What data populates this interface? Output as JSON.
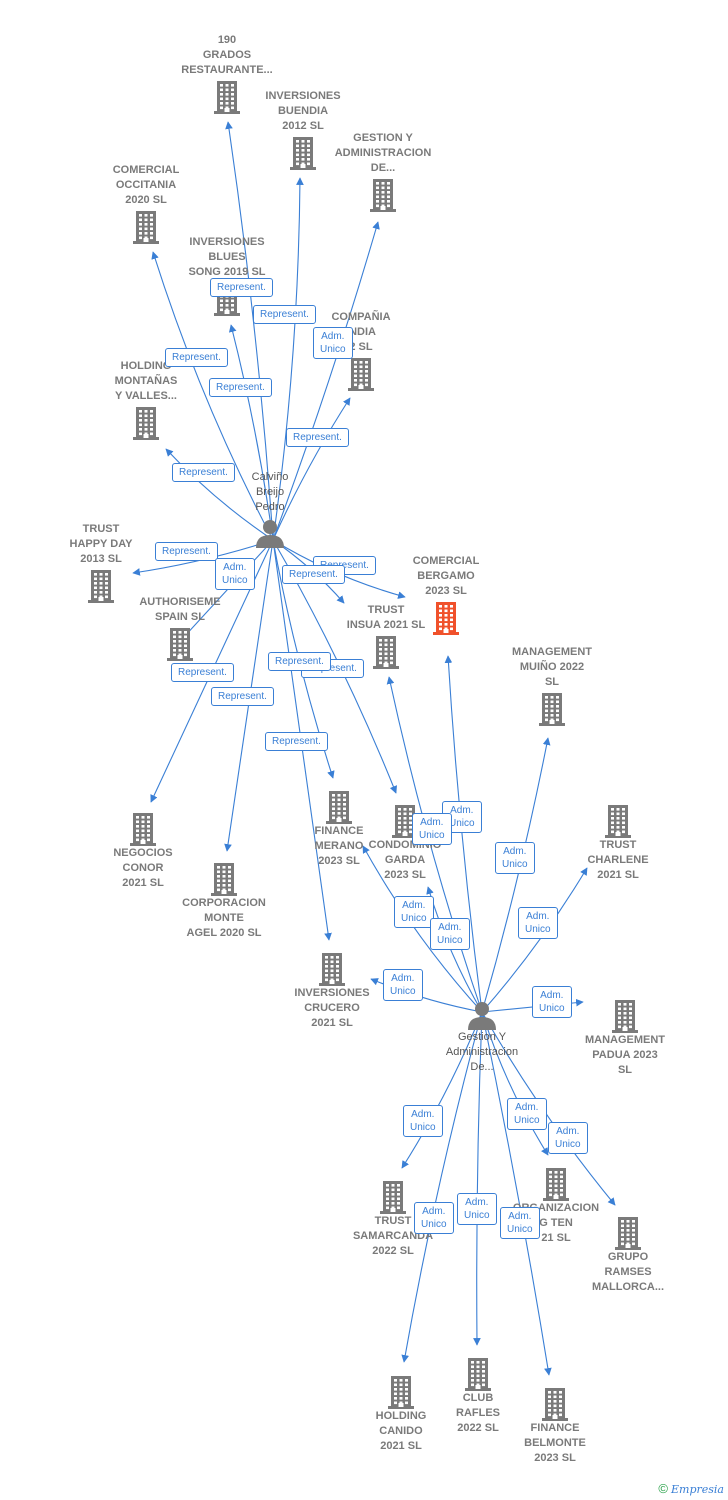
{
  "colors": {
    "edge": "#3a7fd5",
    "building": "#7a7a7a",
    "building_highlight": "#f0512b",
    "person": "#7a7a7a",
    "text": "#7a7a7a"
  },
  "persons": [
    {
      "id": "calvino",
      "lines": [
        "Calviño",
        "Breijo",
        "Pedro"
      ]
    },
    {
      "id": "gestion",
      "lines": [
        "Gestion Y",
        "Administracion",
        "De..."
      ]
    }
  ],
  "companies": [
    {
      "id": "c190",
      "lines": [
        "190",
        "GRADOS",
        "RESTAURANTE..."
      ],
      "icon": "building-icon"
    },
    {
      "id": "buendia",
      "lines": [
        "INVERSIONES",
        "BUENDIA",
        "2012 SL"
      ],
      "icon": "building-icon"
    },
    {
      "id": "gestionadm",
      "lines": [
        "GESTION Y",
        "ADMINISTRACION",
        "DE..."
      ],
      "icon": "building-icon"
    },
    {
      "id": "occitania",
      "lines": [
        "COMERCIAL",
        "OCCITANIA",
        "2020  SL"
      ],
      "icon": "building-icon"
    },
    {
      "id": "blues",
      "lines": [
        "INVERSIONES",
        "BLUES",
        "SONG 2019  SL"
      ],
      "icon": "building-icon"
    },
    {
      "id": "compania",
      "lines": [
        "COMPAÑIA",
        "INDIA",
        "2 SL"
      ],
      "icon": "building-icon"
    },
    {
      "id": "holdingmont",
      "lines": [
        "HOLDING",
        "MONTAÑAS",
        "Y VALLES..."
      ],
      "icon": "building-icon"
    },
    {
      "id": "happyday",
      "lines": [
        "TRUST",
        "HAPPY DAY",
        "2013  SL"
      ],
      "icon": "building-icon"
    },
    {
      "id": "authoriseme",
      "lines": [
        "AUTHORISEME",
        "SPAIN  SL"
      ],
      "icon": "building-icon"
    },
    {
      "id": "bergamo",
      "lines": [
        "COMERCIAL",
        "BERGAMO",
        "2023  SL"
      ],
      "icon": "building-icon",
      "highlight": true
    },
    {
      "id": "insua",
      "lines": [
        "TRUST",
        "INSUA 2021  SL"
      ],
      "icon": "building-icon"
    },
    {
      "id": "muino",
      "lines": [
        "MANAGEMENT",
        "MUIÑO 2022",
        "SL"
      ],
      "icon": "building-icon"
    },
    {
      "id": "conor",
      "lines": [
        "NEGOCIOS",
        "CONOR",
        "2021  SL"
      ],
      "icon": "building-icon"
    },
    {
      "id": "monteagel",
      "lines": [
        "CORPORACION",
        "MONTE",
        "AGEL 2020  SL"
      ],
      "icon": "building-icon"
    },
    {
      "id": "merano",
      "lines": [
        "FINANCE",
        "MERANO",
        "2023  SL"
      ],
      "icon": "building-icon"
    },
    {
      "id": "garda",
      "lines": [
        "CONDOMINIO",
        "GARDA",
        "2023  SL"
      ],
      "icon": "building-icon"
    },
    {
      "id": "charlene",
      "lines": [
        "TRUST",
        "CHARLENE",
        "2021  SL"
      ],
      "icon": "building-icon"
    },
    {
      "id": "crucero",
      "lines": [
        "INVERSIONES",
        "CRUCERO",
        "2021  SL"
      ],
      "icon": "building-icon"
    },
    {
      "id": "padua",
      "lines": [
        "MANAGEMENT",
        "PADUA 2023",
        "SL"
      ],
      "icon": "building-icon"
    },
    {
      "id": "samarcanda",
      "lines": [
        "TRUST",
        "SAMARCANDA",
        "2022  SL"
      ],
      "icon": "building-icon"
    },
    {
      "id": "organizacion",
      "lines": [
        "ORGANIZACION",
        "G TEN",
        "21  SL"
      ],
      "icon": "building-icon"
    },
    {
      "id": "ramses",
      "lines": [
        "GRUPO",
        "RAMSES",
        "MALLORCA..."
      ],
      "icon": "building-icon"
    },
    {
      "id": "holdingcanido",
      "lines": [
        "HOLDING",
        "CANIDO",
        "2021  SL"
      ],
      "icon": "building-icon"
    },
    {
      "id": "rafles",
      "lines": [
        "CLUB",
        "RAFLES",
        "2022  SL"
      ],
      "icon": "building-icon"
    },
    {
      "id": "belmonte",
      "lines": [
        "FINANCE",
        "BELMONTE",
        "2023  SL"
      ],
      "icon": "building-icon"
    }
  ],
  "edges": [
    {
      "from": "calvino",
      "to": "c190",
      "label": [
        "Represent."
      ]
    },
    {
      "from": "calvino",
      "to": "buendia",
      "label": [
        "Represent."
      ]
    },
    {
      "from": "calvino",
      "to": "gestionadm",
      "label": [
        "Adm.",
        "Unico"
      ]
    },
    {
      "from": "calvino",
      "to": "occitania",
      "label": [
        "Represent."
      ]
    },
    {
      "from": "calvino",
      "to": "blues",
      "label": [
        "Represent."
      ]
    },
    {
      "from": "calvino",
      "to": "compania",
      "label": [
        "Represent."
      ]
    },
    {
      "from": "calvino",
      "to": "holdingmont",
      "label": [
        "Represent."
      ]
    },
    {
      "from": "calvino",
      "to": "happyday",
      "label": [
        "Represent."
      ]
    },
    {
      "from": "calvino",
      "to": "authoriseme",
      "label": [
        "Adm.",
        "Unico"
      ]
    },
    {
      "from": "calvino",
      "to": "bergamo",
      "label": [
        "Represent."
      ]
    },
    {
      "from": "calvino",
      "to": "insua",
      "label": [
        "Represent."
      ]
    },
    {
      "from": "calvino",
      "to": "conor",
      "label": [
        "Represent."
      ]
    },
    {
      "from": "calvino",
      "to": "monteagel",
      "label": [
        "Represent."
      ]
    },
    {
      "from": "calvino",
      "to": "merano",
      "label": [
        "Represent."
      ]
    },
    {
      "from": "calvino",
      "to": "garda",
      "label": [
        "Represent."
      ]
    },
    {
      "from": "calvino",
      "to": "crucero",
      "label": [
        "Represent."
      ]
    },
    {
      "from": "gestion",
      "to": "bergamo",
      "label": [
        "Adm.",
        "Unico"
      ]
    },
    {
      "from": "gestion",
      "to": "insua",
      "label": [
        "Adm.",
        "Unico"
      ]
    },
    {
      "from": "gestion",
      "to": "muino",
      "label": [
        "Adm.",
        "Unico"
      ]
    },
    {
      "from": "gestion",
      "to": "charlene",
      "label": [
        "Adm.",
        "Unico"
      ]
    },
    {
      "from": "gestion",
      "to": "merano",
      "label": [
        "Adm.",
        "Unico"
      ]
    },
    {
      "from": "gestion",
      "to": "garda",
      "label": [
        "Adm.",
        "Unico"
      ]
    },
    {
      "from": "gestion",
      "to": "crucero",
      "label": [
        "Adm.",
        "Unico"
      ]
    },
    {
      "from": "gestion",
      "to": "padua",
      "label": [
        "Adm.",
        "Unico"
      ]
    },
    {
      "from": "gestion",
      "to": "samarcanda",
      "label": [
        "Adm.",
        "Unico"
      ]
    },
    {
      "from": "gestion",
      "to": "organizacion",
      "label": [
        "Adm.",
        "Unico"
      ]
    },
    {
      "from": "gestion",
      "to": "ramses",
      "label": [
        "Adm.",
        "Unico"
      ]
    },
    {
      "from": "gestion",
      "to": "holdingcanido",
      "label": [
        "Adm.",
        "Unico"
      ]
    },
    {
      "from": "gestion",
      "to": "rafles",
      "label": [
        "Adm.",
        "Unico"
      ]
    },
    {
      "from": "gestion",
      "to": "belmonte",
      "label": [
        "Adm.",
        "Unico"
      ]
    }
  ],
  "footer": {
    "symbol": "©",
    "brand": "Empresia"
  }
}
